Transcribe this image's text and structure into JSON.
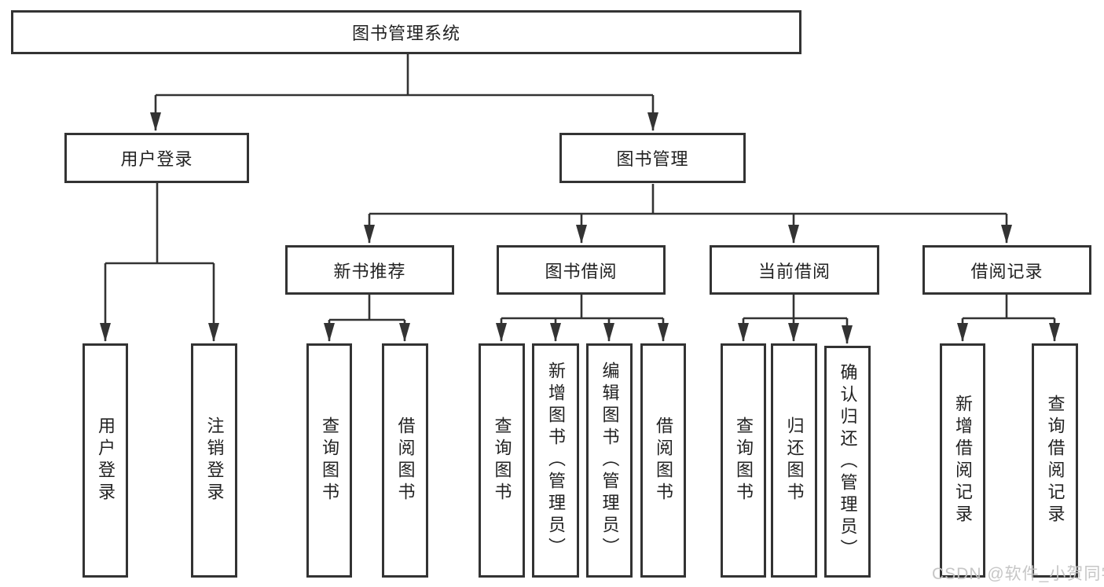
{
  "diagram": {
    "root": {
      "label": "图书管理系统"
    },
    "user_login": {
      "label": "用户登录",
      "children": {
        "login": "用户登录",
        "logout": "注销登录"
      }
    },
    "book_management": {
      "label": "图书管理",
      "new_book_recommend": {
        "label": "新书推荐",
        "children": {
          "query_book": "查询图书",
          "borrow_book": "借阅图书"
        }
      },
      "book_borrow": {
        "label": "图书借阅",
        "children": {
          "query_book": "查询图书",
          "add_book_admin": "新增图书（管理员）",
          "edit_book_admin": "编辑图书（管理员）",
          "borrow_book": "借阅图书"
        }
      },
      "current_borrow": {
        "label": "当前借阅",
        "children": {
          "query_book": "查询图书",
          "return_book": "归还图书",
          "confirm_return_admin": "确认归还（管理员）"
        }
      },
      "borrow_record": {
        "label": "借阅记录",
        "children": {
          "add_record": "新增借阅记录",
          "query_record": "查询借阅记录"
        }
      }
    }
  },
  "watermark": {
    "text": "CSDN @软件_小贺同学"
  },
  "colors": {
    "line": "#333333",
    "text": "#222222",
    "watermark": "#c3c3c3",
    "background": "#ffffff"
  }
}
